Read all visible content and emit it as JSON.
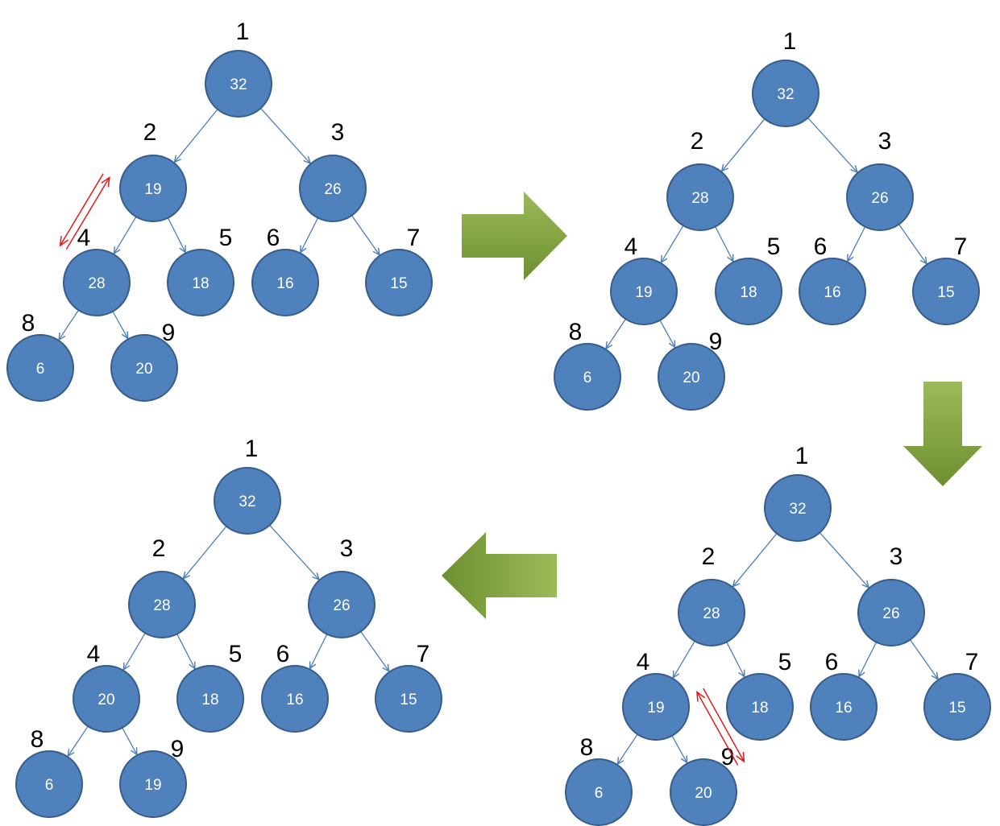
{
  "colors": {
    "node_fill": "#4f81bd",
    "node_stroke": "#385d8a",
    "edge": "#4a7ebb",
    "swap_arrow": "#e31a1c",
    "step_arrow_light": "#9bbb59",
    "step_arrow_dark": "#6e8f30"
  },
  "trees": [
    {
      "name": "tree-step-1",
      "nodes": [
        {
          "index": "1",
          "value": "32"
        },
        {
          "index": "2",
          "value": "19"
        },
        {
          "index": "3",
          "value": "26"
        },
        {
          "index": "4",
          "value": "28"
        },
        {
          "index": "5",
          "value": "18"
        },
        {
          "index": "6",
          "value": "16"
        },
        {
          "index": "7",
          "value": "15"
        },
        {
          "index": "8",
          "value": "6"
        },
        {
          "index": "9",
          "value": "20"
        }
      ]
    },
    {
      "name": "tree-step-2",
      "nodes": [
        {
          "index": "1",
          "value": "32"
        },
        {
          "index": "2",
          "value": "28"
        },
        {
          "index": "3",
          "value": "26"
        },
        {
          "index": "4",
          "value": "19"
        },
        {
          "index": "5",
          "value": "18"
        },
        {
          "index": "6",
          "value": "16"
        },
        {
          "index": "7",
          "value": "15"
        },
        {
          "index": "8",
          "value": "6"
        },
        {
          "index": "9",
          "value": "20"
        }
      ]
    },
    {
      "name": "tree-step-3",
      "nodes": [
        {
          "index": "1",
          "value": "32"
        },
        {
          "index": "2",
          "value": "28"
        },
        {
          "index": "3",
          "value": "26"
        },
        {
          "index": "4",
          "value": "19"
        },
        {
          "index": "5",
          "value": "18"
        },
        {
          "index": "6",
          "value": "16"
        },
        {
          "index": "7",
          "value": "15"
        },
        {
          "index": "8",
          "value": "6"
        },
        {
          "index": "9",
          "value": "20"
        }
      ]
    },
    {
      "name": "tree-step-4",
      "nodes": [
        {
          "index": "1",
          "value": "32"
        },
        {
          "index": "2",
          "value": "28"
        },
        {
          "index": "3",
          "value": "26"
        },
        {
          "index": "4",
          "value": "20"
        },
        {
          "index": "5",
          "value": "18"
        },
        {
          "index": "6",
          "value": "16"
        },
        {
          "index": "7",
          "value": "15"
        },
        {
          "index": "8",
          "value": "6"
        },
        {
          "index": "9",
          "value": "19"
        }
      ]
    }
  ],
  "edges": [
    [
      1,
      2
    ],
    [
      1,
      3
    ],
    [
      2,
      4
    ],
    [
      2,
      5
    ],
    [
      3,
      6
    ],
    [
      3,
      7
    ],
    [
      4,
      8
    ],
    [
      4,
      9
    ]
  ],
  "swaps": [
    {
      "tree": 0,
      "between": [
        2,
        4
      ]
    },
    {
      "tree": 2,
      "between": [
        4,
        9
      ]
    }
  ]
}
